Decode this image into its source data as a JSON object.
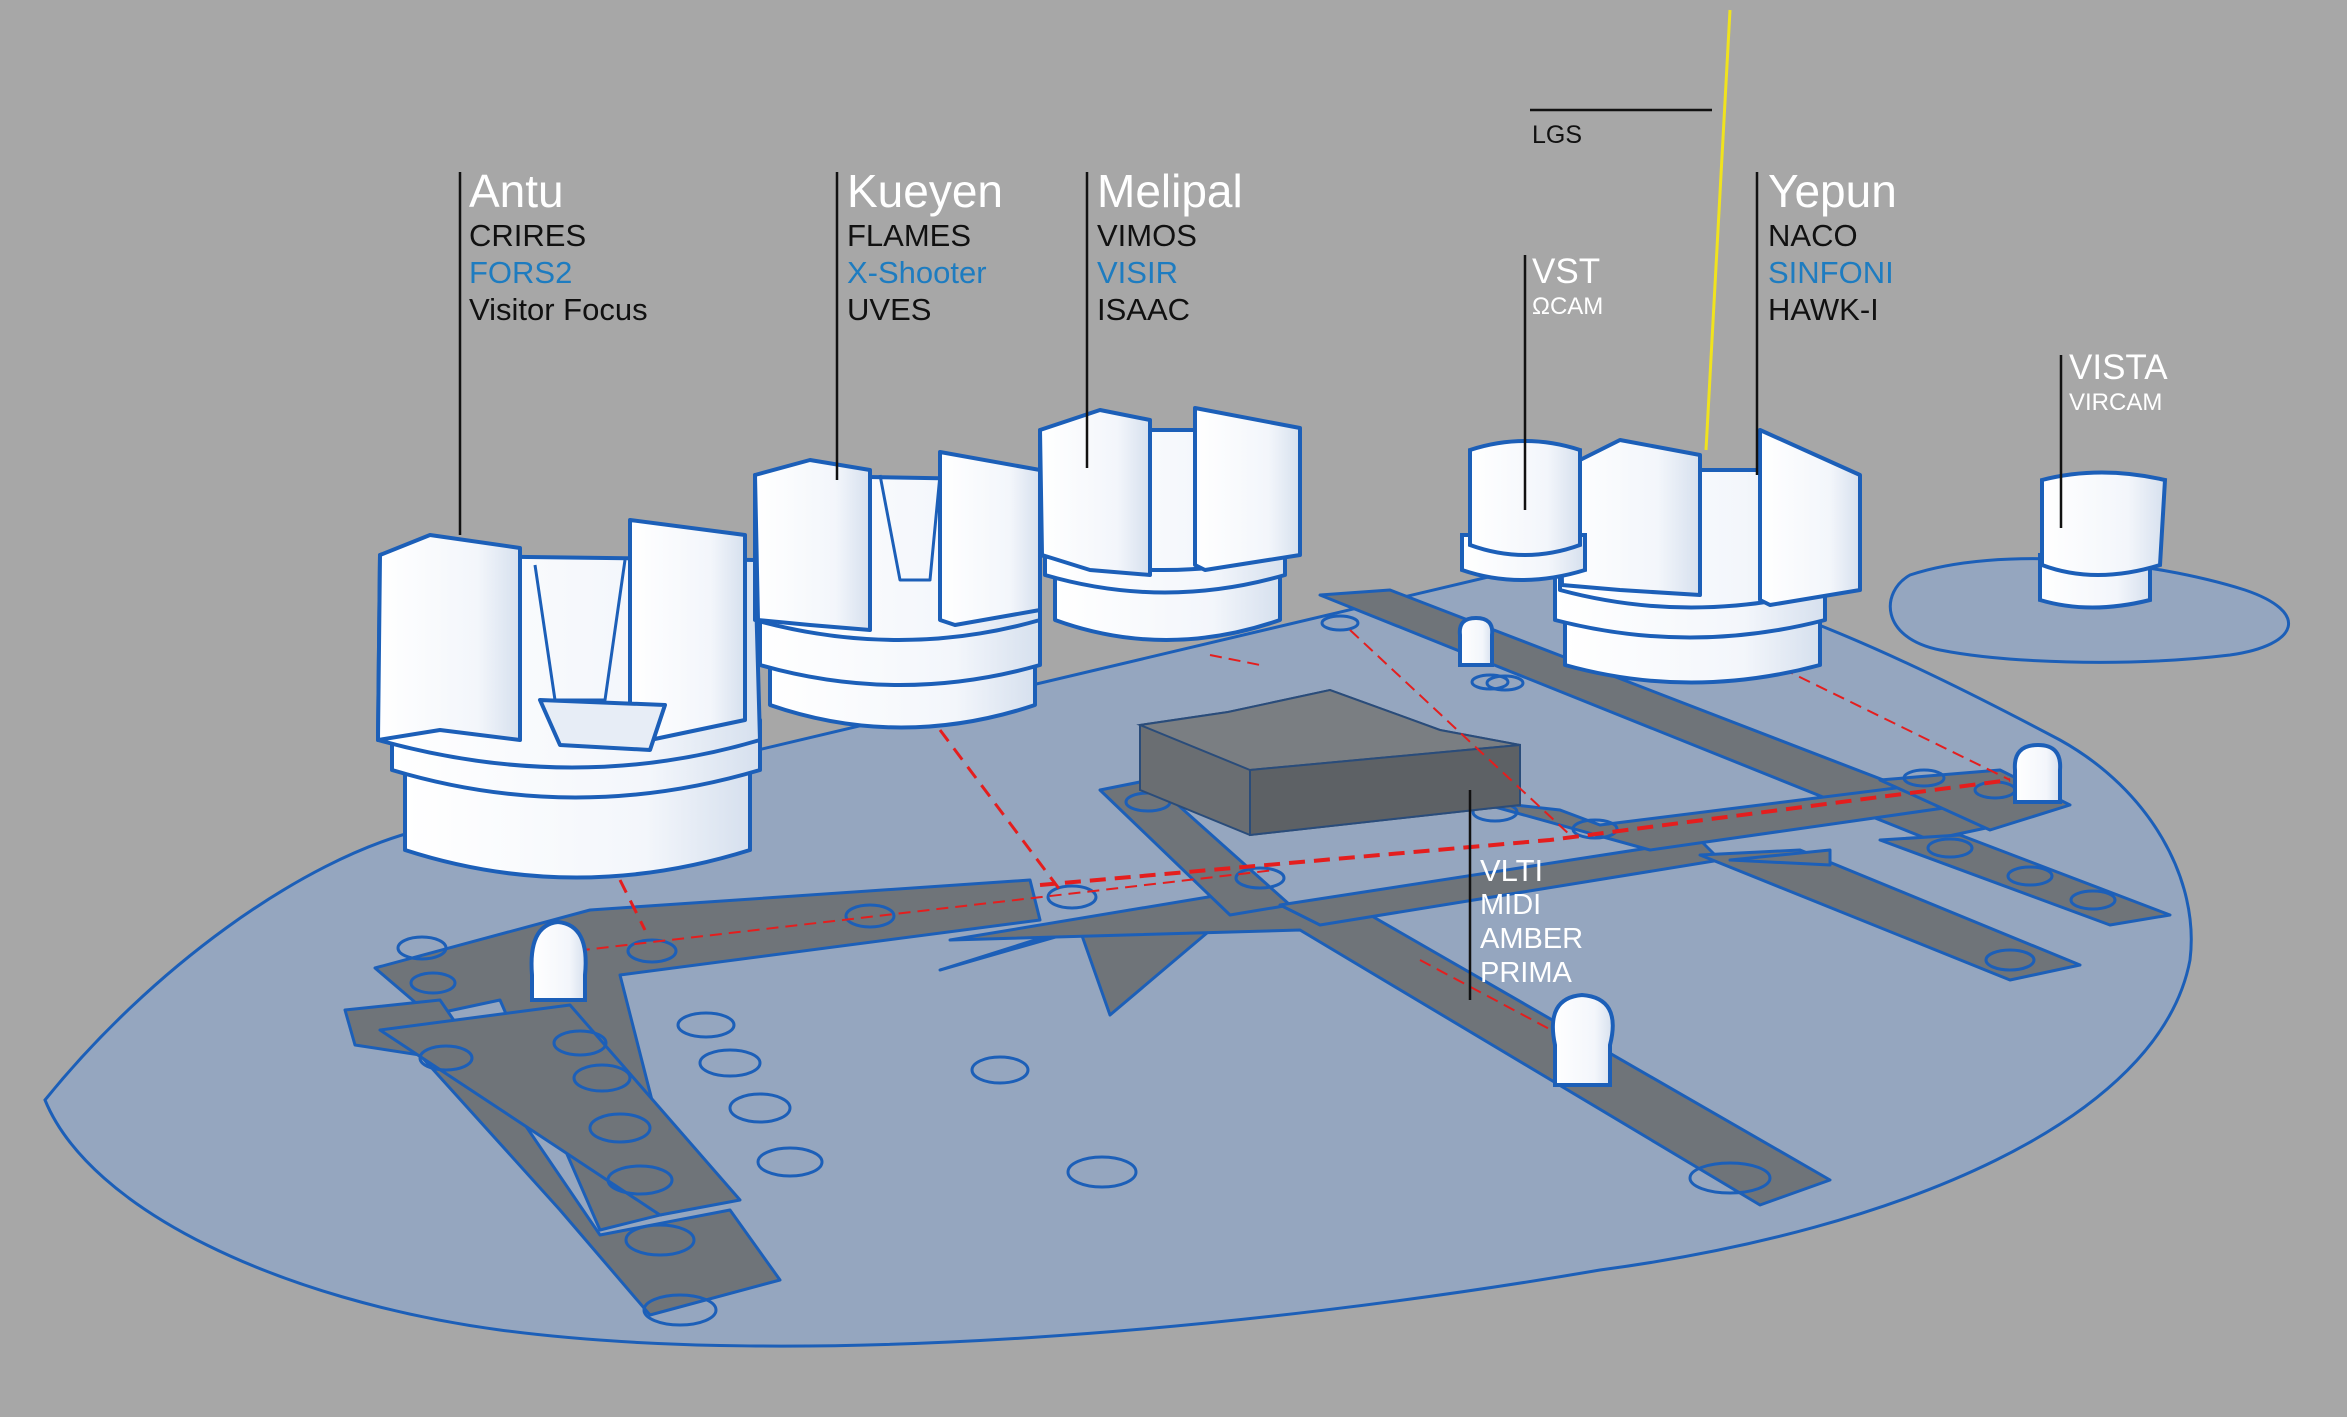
{
  "colors": {
    "background": "#a7a7a7",
    "platform": "#95a6bf",
    "outline": "#1c5fb8",
    "track": "#6f7479",
    "dome": "#ffffff",
    "red_beam": "#e41e1e",
    "laser": "#f0e31e",
    "highlight_text": "#1e7cc0"
  },
  "laser_label": "LGS",
  "telescopes": [
    {
      "name": "Antu",
      "instruments": [
        {
          "text": "CRIRES",
          "highlight": false
        },
        {
          "text": "FORS2",
          "highlight": true
        },
        {
          "text": "Visitor Focus",
          "highlight": false
        }
      ]
    },
    {
      "name": "Kueyen",
      "instruments": [
        {
          "text": "FLAMES",
          "highlight": false
        },
        {
          "text": "X-Shooter",
          "highlight": true
        },
        {
          "text": "UVES",
          "highlight": false
        }
      ]
    },
    {
      "name": "Melipal",
      "instruments": [
        {
          "text": "VIMOS",
          "highlight": false
        },
        {
          "text": "VISIR",
          "highlight": true
        },
        {
          "text": "ISAAC",
          "highlight": false
        }
      ]
    },
    {
      "name": "Yepun",
      "instruments": [
        {
          "text": "NACO",
          "highlight": false
        },
        {
          "text": "SINFONI",
          "highlight": true
        },
        {
          "text": "HAWK-I",
          "highlight": false
        }
      ]
    }
  ],
  "survey_telescopes": [
    {
      "name": "VST",
      "instrument": "ΩCAM"
    },
    {
      "name": "VISTA",
      "instrument": "VIRCAM"
    }
  ],
  "interferometer": {
    "name": "VLTI",
    "instruments": [
      "MIDI",
      "AMBER",
      "PRIMA"
    ]
  }
}
